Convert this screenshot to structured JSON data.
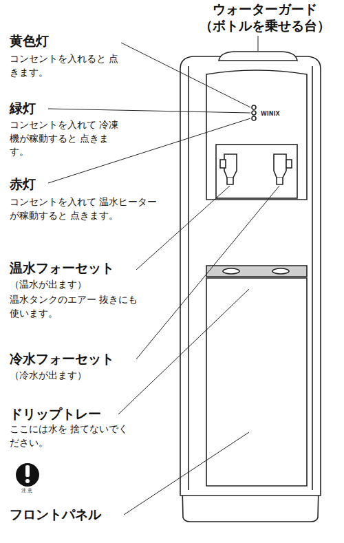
{
  "diagram": {
    "labels": [
      "ウォーターガード",
      "（ボトルを乗せる台）",
      "黄色灯",
      "コンセントを入れると 点きます。",
      "緑灯",
      "コンセントを入れて 冷凍機が稼動すると 点きます。",
      "赤灯",
      "コンセントを入れて 温水ヒーターが稼動すると 点きます。",
      "温水フォーセット",
      "（温水が出ます）",
      "温水タンクのエアー 抜きにも使います。",
      "冷水フォーセット",
      "（冷水が出ます）",
      "ドリップトレー",
      "ここには水を 捨てないでください。",
      "注意",
      "フロントパネル",
      "WINIX"
    ]
  }
}
